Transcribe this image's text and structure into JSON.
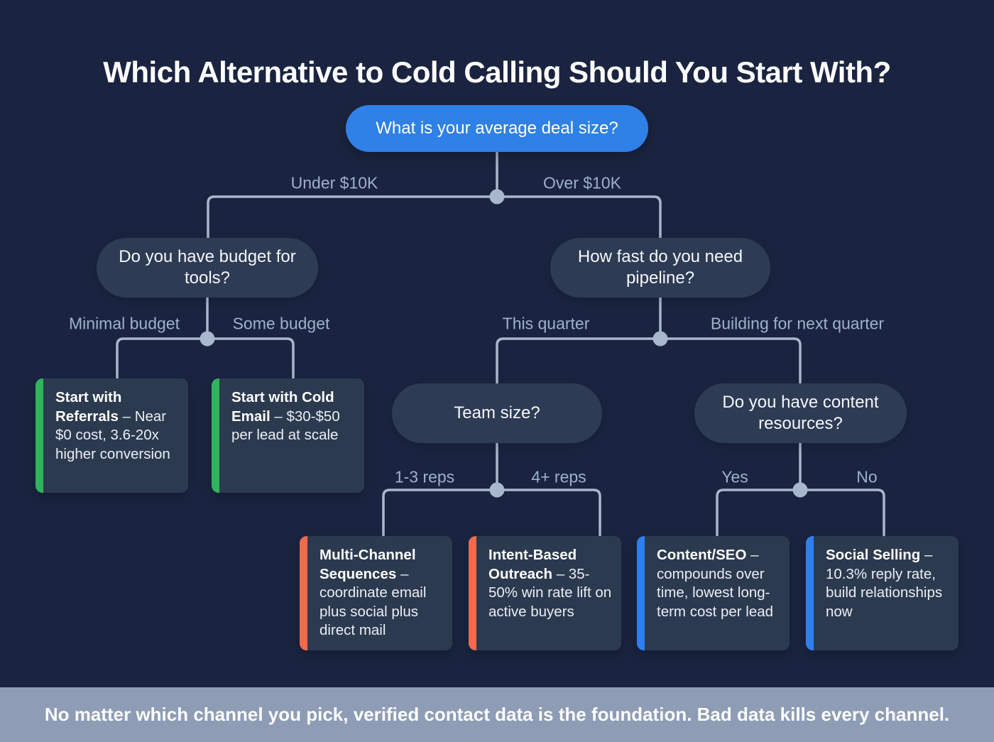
{
  "page_title": "Which Alternative to Cold Calling Should You Start With?",
  "nodes": {
    "deal_size": {
      "question": "What is your average deal size?"
    },
    "budget": {
      "question": "Do you have budget for tools?"
    },
    "pipeline": {
      "question": "How fast do you need pipeline?"
    },
    "team_size": {
      "question": "Team size?"
    },
    "content_resources": {
      "question": "Do you have content resources?"
    }
  },
  "branch_labels": {
    "under_10k": "Under $10K",
    "over_10k": "Over $10K",
    "minimal_budget": "Minimal budget",
    "some_budget": "Some budget",
    "this_quarter": "This quarter",
    "next_quarter": "Building for next quarter",
    "reps_1_3": "1-3 reps",
    "reps_4_plus": "4+ reps",
    "yes": "Yes",
    "no": "No"
  },
  "outcomes": {
    "referrals": {
      "title": "Start with Referrals",
      "desc": "– Near $0 cost, 3.6-20x higher conversion",
      "accent_color": "#2eb45c"
    },
    "cold_email": {
      "title": "Start with Cold Email",
      "desc": "– $30-$50 per lead at scale",
      "accent_color": "#2eb45c"
    },
    "multi_channel": {
      "title": "Multi-Channel Sequences",
      "desc": "– coordinate email plus social plus direct mail",
      "accent_color": "#f26a4b"
    },
    "intent_based": {
      "title": "Intent-Based Outreach",
      "desc": "– 35-50% win rate lift on active buyers",
      "accent_color": "#f26a4b"
    },
    "content_seo": {
      "title": "Content/SEO",
      "desc": "– compounds over time, lowest long-term cost per lead",
      "accent_color": "#2f7ff0"
    },
    "social_selling": {
      "title": "Social Selling",
      "desc": "– 10.3% reply rate, build relationships now",
      "accent_color": "#2f7ff0"
    }
  },
  "footer_note": "No matter which channel you pick, verified contact data is the foundation. Bad data kills every channel.",
  "colors": {
    "background": "#1a2440",
    "root_node": "#2f80e7",
    "question_node": "#2e3b54",
    "connector": "#a9b7cd",
    "card_background": "#2c3a4f",
    "green_accent": "#2eb45c",
    "orange_accent": "#f26a4b",
    "blue_accent": "#2f7ff0",
    "footer_background": "#8e9cb5",
    "label_text": "#9fb1ca"
  }
}
